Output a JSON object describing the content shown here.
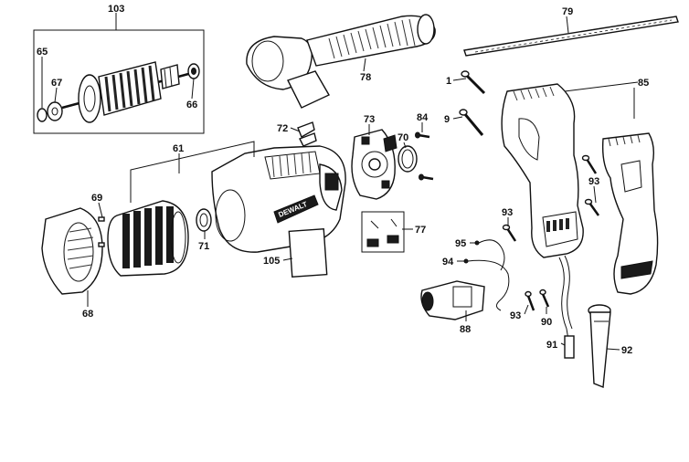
{
  "brand_label": "DEWALT",
  "callouts": [
    {
      "id": "c103",
      "text": "103"
    },
    {
      "id": "c65",
      "text": "65"
    },
    {
      "id": "c67",
      "text": "67"
    },
    {
      "id": "c66",
      "text": "66"
    },
    {
      "id": "c78",
      "text": "78"
    },
    {
      "id": "c79",
      "text": "79"
    },
    {
      "id": "c1",
      "text": "1"
    },
    {
      "id": "c85",
      "text": "85"
    },
    {
      "id": "c9",
      "text": "9"
    },
    {
      "id": "c72",
      "text": "72"
    },
    {
      "id": "c73",
      "text": "73"
    },
    {
      "id": "c84",
      "text": "84"
    },
    {
      "id": "c70",
      "text": "70"
    },
    {
      "id": "c61",
      "text": "61"
    },
    {
      "id": "c69",
      "text": "69"
    },
    {
      "id": "c71",
      "text": "71"
    },
    {
      "id": "c77",
      "text": "77"
    },
    {
      "id": "c105",
      "text": "105"
    },
    {
      "id": "c68",
      "text": "68"
    },
    {
      "id": "c93a",
      "text": "93"
    },
    {
      "id": "c93b",
      "text": "93"
    },
    {
      "id": "c93c",
      "text": "93"
    },
    {
      "id": "c95",
      "text": "95"
    },
    {
      "id": "c94",
      "text": "94"
    },
    {
      "id": "c88",
      "text": "88"
    },
    {
      "id": "c90",
      "text": "90"
    },
    {
      "id": "c91",
      "text": "91"
    },
    {
      "id": "c92",
      "text": "92"
    }
  ]
}
